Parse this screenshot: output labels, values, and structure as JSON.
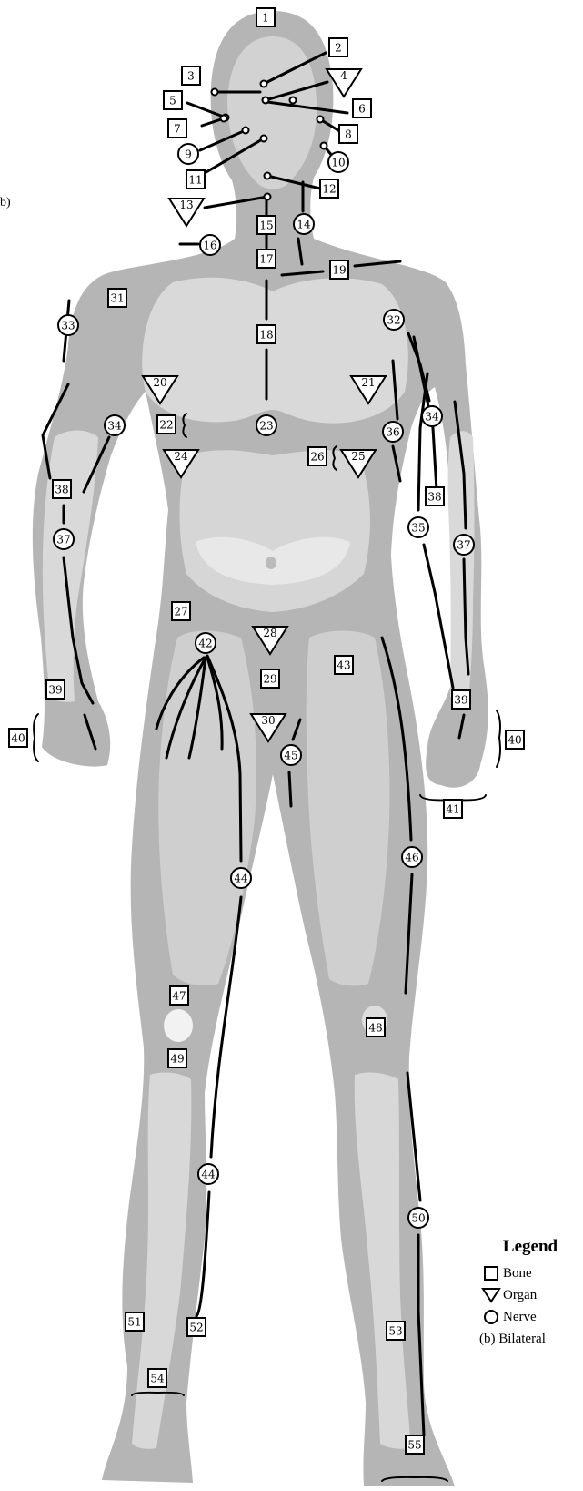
{
  "markers": [
    {
      "id": "1",
      "label": "1",
      "shape": "bone"
    },
    {
      "id": "2",
      "label": "2",
      "shape": "bone"
    },
    {
      "id": "3",
      "label": "3",
      "shape": "bone"
    },
    {
      "id": "4",
      "label": "4",
      "shape": "organ"
    },
    {
      "id": "5",
      "label": "5",
      "shape": "bone"
    },
    {
      "id": "6",
      "label": "6",
      "shape": "bone"
    },
    {
      "id": "7",
      "label": "7",
      "shape": "bone"
    },
    {
      "id": "8",
      "label": "8",
      "shape": "bone"
    },
    {
      "id": "9",
      "label": "9",
      "shape": "nerve"
    },
    {
      "id": "10",
      "label": "10",
      "shape": "nerve"
    },
    {
      "id": "11",
      "label": "11",
      "shape": "bone"
    },
    {
      "id": "12",
      "label": "12",
      "shape": "bone"
    },
    {
      "id": "13",
      "label": "13",
      "shape": "organ"
    },
    {
      "id": "14",
      "label": "14",
      "shape": "nerve"
    },
    {
      "id": "15",
      "label": "15",
      "shape": "bone"
    },
    {
      "id": "16",
      "label": "16",
      "shape": "nerve"
    },
    {
      "id": "17",
      "label": "17",
      "shape": "bone"
    },
    {
      "id": "18",
      "label": "18",
      "shape": "bone"
    },
    {
      "id": "19",
      "label": "19",
      "shape": "bone"
    },
    {
      "id": "20",
      "label": "20",
      "shape": "organ"
    },
    {
      "id": "21",
      "label": "21",
      "shape": "organ"
    },
    {
      "id": "22",
      "label": "22",
      "shape": "bone"
    },
    {
      "id": "23",
      "label": "23",
      "shape": "nerve"
    },
    {
      "id": "24",
      "label": "24",
      "shape": "organ"
    },
    {
      "id": "25",
      "label": "25",
      "shape": "organ"
    },
    {
      "id": "26",
      "label": "26",
      "shape": "bone"
    },
    {
      "id": "27",
      "label": "27",
      "shape": "bone"
    },
    {
      "id": "28",
      "label": "28",
      "shape": "organ"
    },
    {
      "id": "29",
      "label": "29",
      "shape": "bone"
    },
    {
      "id": "30",
      "label": "30",
      "shape": "organ"
    },
    {
      "id": "31",
      "label": "31",
      "shape": "bone"
    },
    {
      "id": "32",
      "label": "32",
      "shape": "nerve"
    },
    {
      "id": "33",
      "label": "33",
      "shape": "nerve"
    },
    {
      "id": "34a",
      "label": "34",
      "shape": "nerve"
    },
    {
      "id": "34b",
      "label": "34",
      "shape": "nerve"
    },
    {
      "id": "35",
      "label": "35",
      "shape": "nerve"
    },
    {
      "id": "36",
      "label": "36",
      "shape": "nerve"
    },
    {
      "id": "37a",
      "label": "37",
      "shape": "nerve"
    },
    {
      "id": "37b",
      "label": "37",
      "shape": "nerve"
    },
    {
      "id": "38a",
      "label": "38",
      "shape": "bone"
    },
    {
      "id": "38b",
      "label": "38",
      "shape": "bone"
    },
    {
      "id": "39a",
      "label": "39",
      "shape": "bone"
    },
    {
      "id": "39b",
      "label": "39",
      "shape": "bone"
    },
    {
      "id": "40a",
      "label": "40",
      "shape": "bone"
    },
    {
      "id": "40b",
      "label": "40",
      "shape": "bone"
    },
    {
      "id": "41",
      "label": "41",
      "shape": "bone"
    },
    {
      "id": "42",
      "label": "42",
      "shape": "nerve"
    },
    {
      "id": "43",
      "label": "43",
      "shape": "bone"
    },
    {
      "id": "44a",
      "label": "44",
      "shape": "nerve"
    },
    {
      "id": "44b",
      "label": "44",
      "shape": "nerve"
    },
    {
      "id": "45",
      "label": "45",
      "shape": "nerve"
    },
    {
      "id": "46",
      "label": "46",
      "shape": "nerve"
    },
    {
      "id": "47",
      "label": "47",
      "shape": "bone"
    },
    {
      "id": "48",
      "label": "48",
      "shape": "bone"
    },
    {
      "id": "49",
      "label": "49",
      "shape": "bone"
    },
    {
      "id": "50",
      "label": "50",
      "shape": "nerve"
    },
    {
      "id": "51",
      "label": "51",
      "shape": "bone"
    },
    {
      "id": "52",
      "label": "52",
      "shape": "bone"
    },
    {
      "id": "53",
      "label": "53",
      "shape": "bone"
    },
    {
      "id": "54",
      "label": "54",
      "shape": "bone"
    },
    {
      "id": "55",
      "label": "55",
      "shape": "bone"
    }
  ],
  "legend": {
    "title": "Legend",
    "bone": "Bone",
    "organ": "Organ",
    "nerve": "Nerve",
    "bilateral": "(b) Bilateral"
  },
  "bilateral_fragment": "b)"
}
